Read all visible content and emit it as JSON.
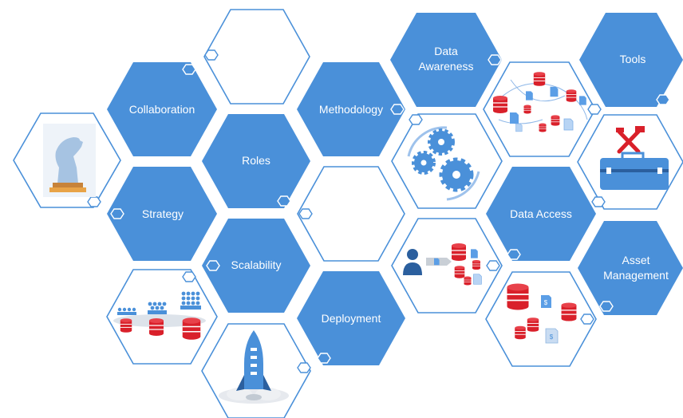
{
  "colors": {
    "accent": "#4a90d9",
    "red": "#d9202a",
    "dark": "#2b5f9e",
    "light": "#a9c8ec"
  },
  "tiles": {
    "tools": {
      "label": "Tools"
    },
    "data_awareness": {
      "label_line1": "Data",
      "label_line2": "Awareness"
    },
    "collaboration": {
      "label": "Collaboration"
    },
    "methodology": {
      "label": "Methodology"
    },
    "roles": {
      "label": "Roles"
    },
    "strategy": {
      "label": "Strategy"
    },
    "data_access": {
      "label": "Data Access"
    },
    "scalability": {
      "label": "Scalability"
    },
    "asset_management": {
      "label_line1": "Asset",
      "label_line2": "Management"
    },
    "deployment": {
      "label": "Deployment"
    }
  },
  "icons": {
    "chess": "chess-knight-icon",
    "gears": "gears-icon",
    "toolbox": "toolbox-icon",
    "scattered_data": "scattered-databases-icon",
    "user_to_data": "user-to-data-icon",
    "money_data": "money-databases-icon",
    "team_data": "team-databases-icon",
    "rocket": "rocket-launch-icon"
  }
}
